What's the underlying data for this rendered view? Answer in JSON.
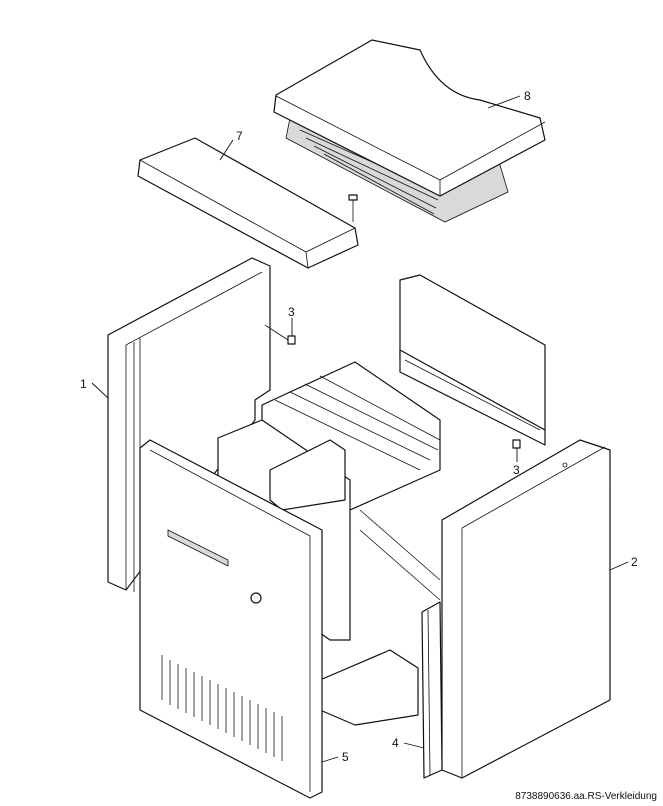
{
  "callouts": {
    "c1": "1",
    "c2": "2",
    "c3a": "3",
    "c3b": "3",
    "c4": "4",
    "c5": "5",
    "c7": "7",
    "c8": "8"
  },
  "document_id": "8738890636.aa.RS-Verkleidung"
}
